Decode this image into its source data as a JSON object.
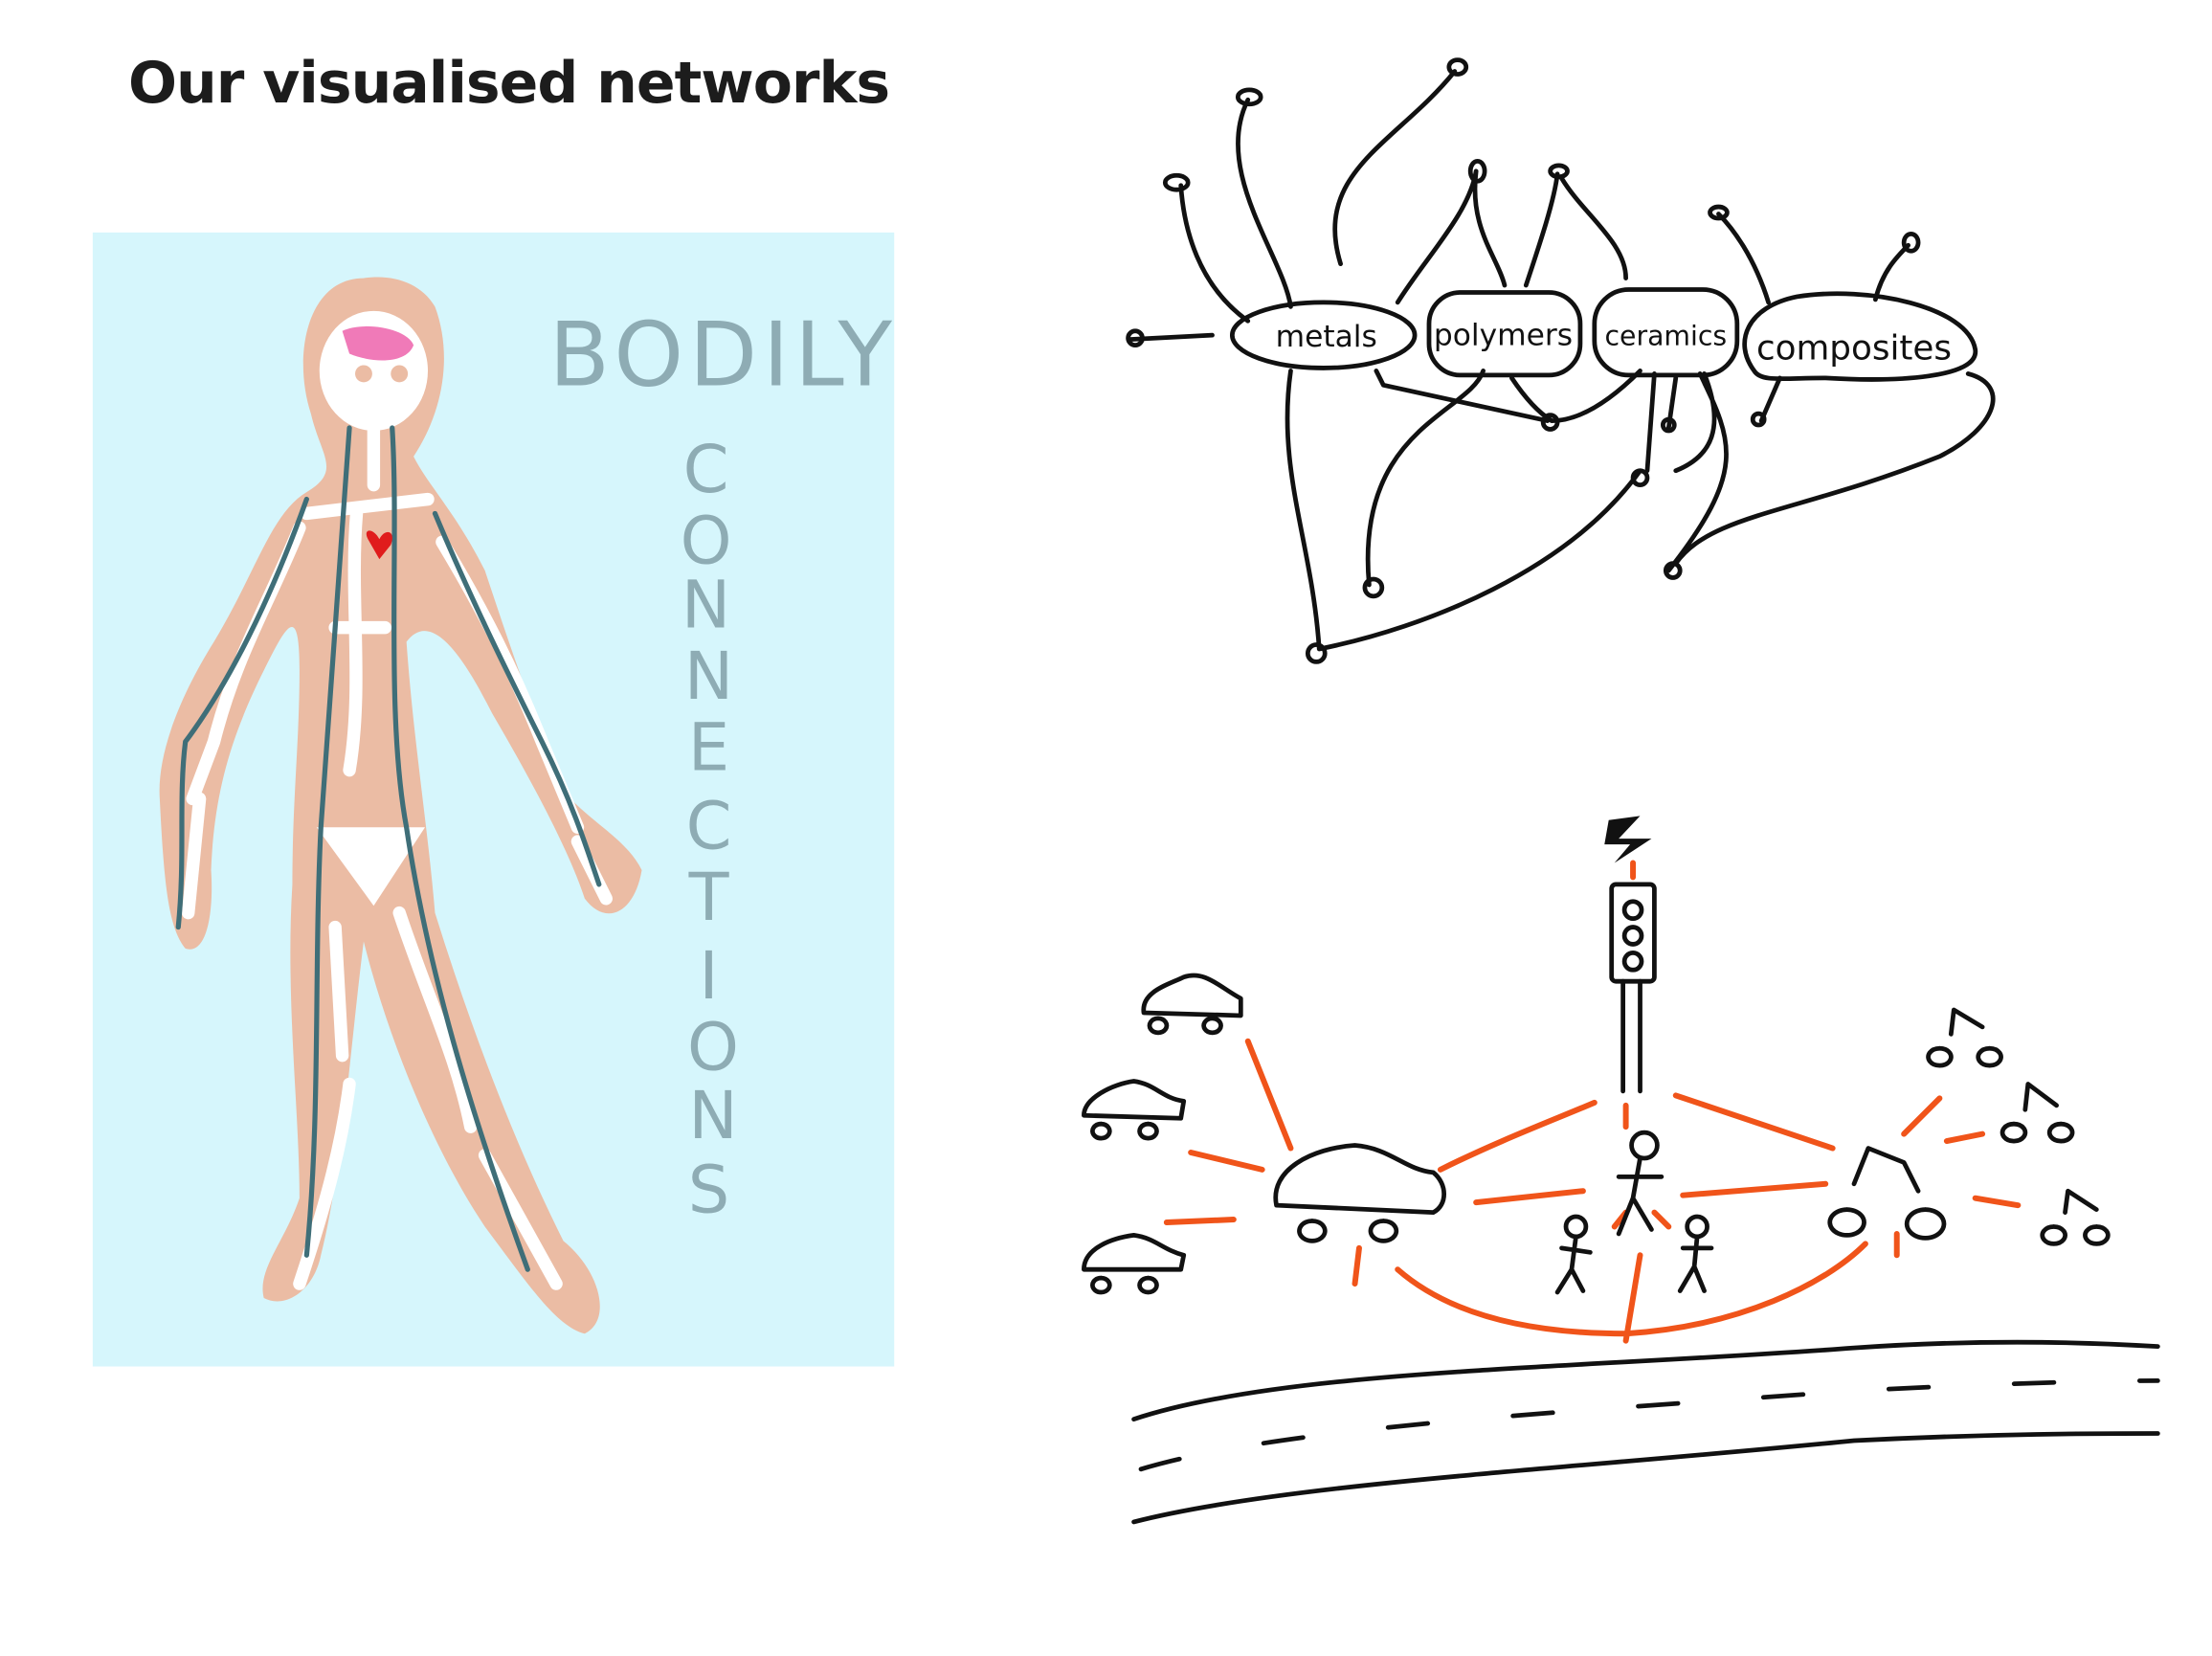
{
  "page": {
    "title": "Our visualised networks"
  },
  "bodily_panel": {
    "word1": "BODILY",
    "word2_letters": [
      "C",
      "O",
      "N",
      "N",
      "E",
      "C",
      "T",
      "I",
      "O",
      "N",
      "S"
    ],
    "background_color": "#d6f6fc",
    "text_color": "#8eacb4",
    "skin_color": "#ebbca4",
    "vessel_color": "#3f6e78",
    "heart_color": "#e01c1c",
    "brain_color": "#f07ab8"
  },
  "materials_network": {
    "nodes": [
      "metals",
      "polymers",
      "ceramics",
      "composites"
    ]
  },
  "traffic_network": {
    "link_color": "#f0541a",
    "signal_icon": "lightning-bolt-icon"
  }
}
